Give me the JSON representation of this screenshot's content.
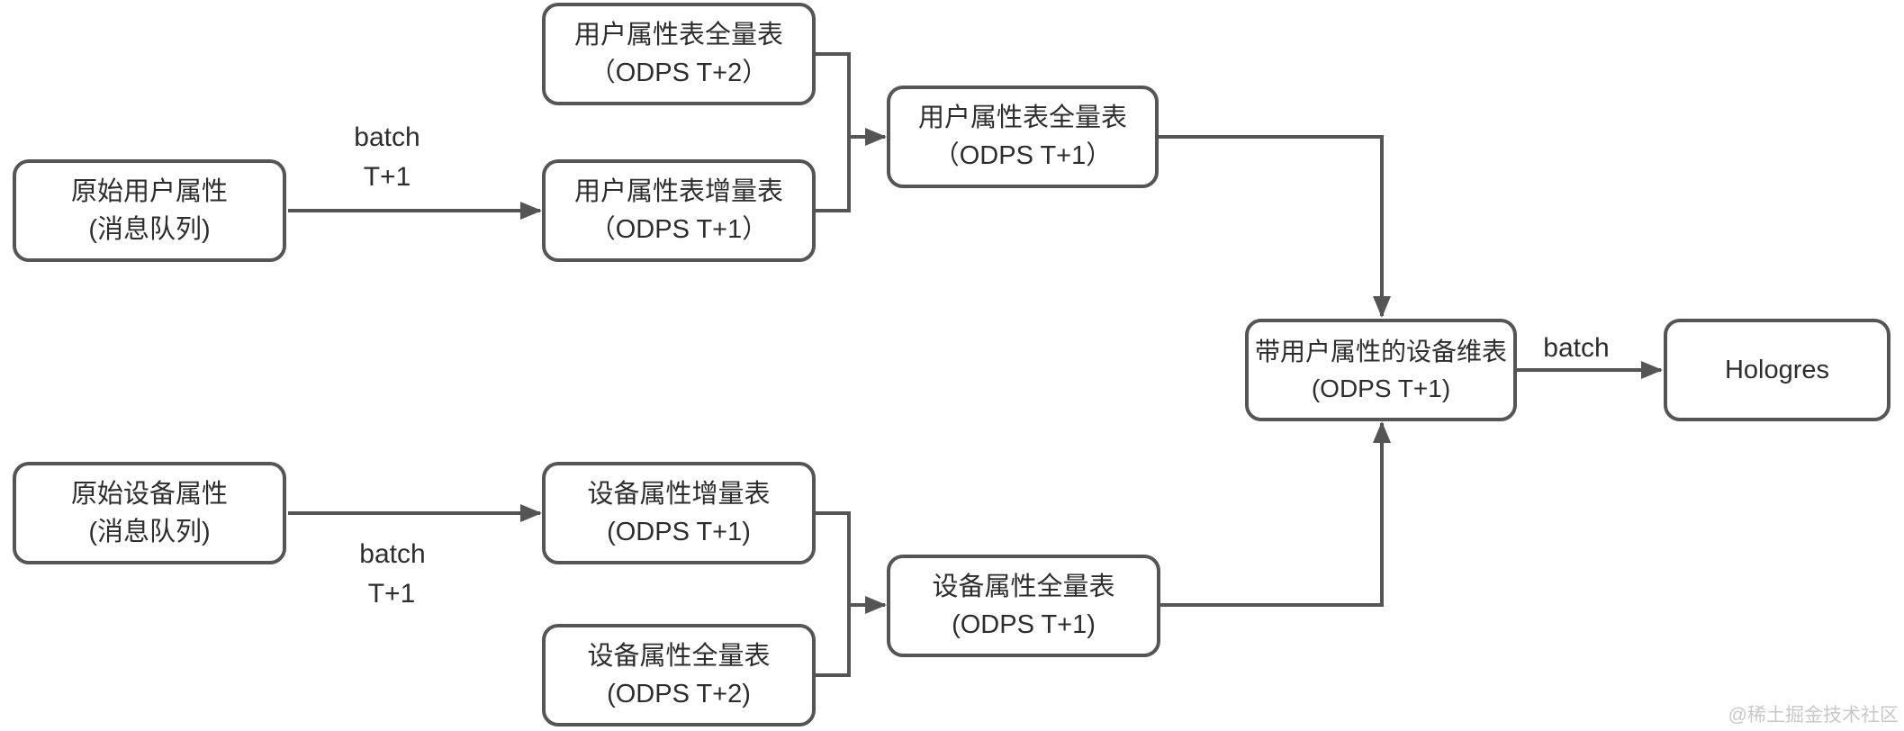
{
  "diagram": {
    "nodes": [
      {
        "id": "user-attr-source",
        "line1": "原始用户属性",
        "line2": "(消息队列)"
      },
      {
        "id": "user-full-t2",
        "line1": "用户属性表全量表",
        "line2": "（ODPS T+2）"
      },
      {
        "id": "user-incr-t1",
        "line1": "用户属性表增量表",
        "line2": "（ODPS T+1）"
      },
      {
        "id": "user-full-t1",
        "line1": "用户属性表全量表",
        "line2": "（ODPS T+1）"
      },
      {
        "id": "device-dim",
        "line1": "带用户属性的设备维表",
        "line2": "(ODPS T+1)"
      },
      {
        "id": "hologres",
        "line1": "Hologres",
        "line2": ""
      },
      {
        "id": "device-attr-source",
        "line1": "原始设备属性",
        "line2": "(消息队列)"
      },
      {
        "id": "device-incr-t1",
        "line1": "设备属性增量表",
        "line2": "(ODPS T+1)"
      },
      {
        "id": "device-full-t2",
        "line1": "设备属性全量表",
        "line2": "(ODPS T+2)"
      },
      {
        "id": "device-full-t1",
        "line1": "设备属性全量表",
        "line2": "(ODPS T+1)"
      }
    ],
    "edge_labels": [
      {
        "id": "top-batch",
        "lines": [
          "batch",
          "T+1"
        ]
      },
      {
        "id": "bottom-batch",
        "lines": [
          "batch",
          "T+1"
        ]
      },
      {
        "id": "output-batch",
        "lines": [
          "batch"
        ]
      }
    ],
    "colors": {
      "line": "#555555",
      "box_background": "#ffffff",
      "text": "#2d2d2d",
      "watermark": "#c8c8c8",
      "background": "#ffffff"
    }
  },
  "watermark": {
    "text": "@稀土掘金技术社区"
  }
}
